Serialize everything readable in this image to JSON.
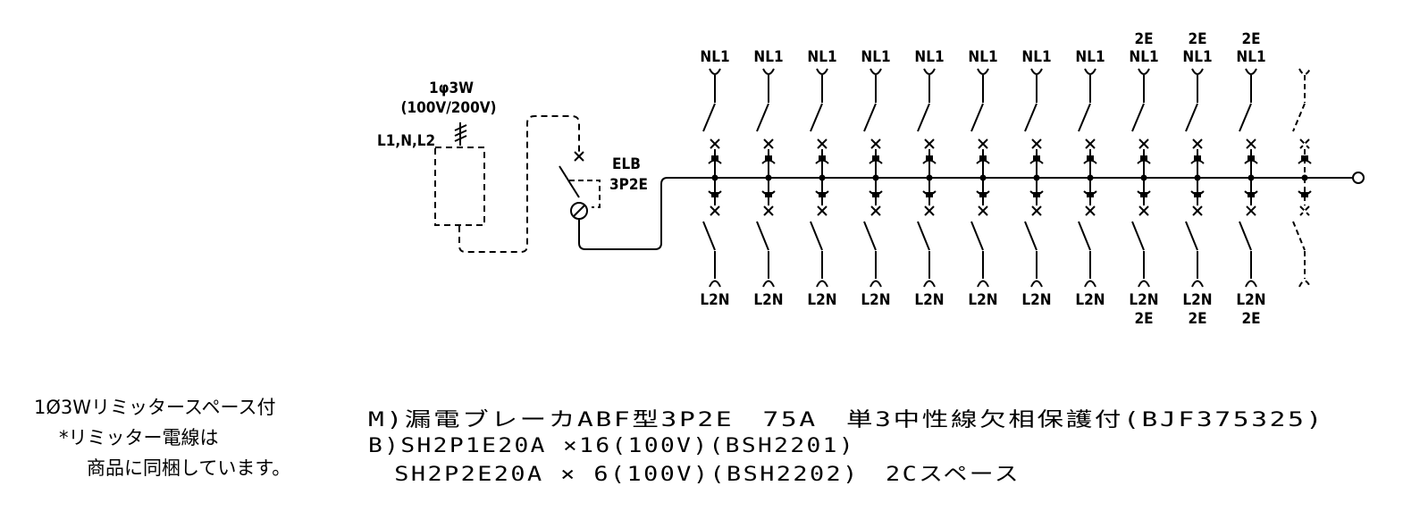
{
  "supply": {
    "phase": "1φ3W",
    "voltage": "(100V/200V)",
    "wires": "L1,N,L2"
  },
  "main_breaker": {
    "name": "ELB",
    "poles": "3P2E"
  },
  "upper_branches": [
    {
      "top": "",
      "label": "NL1"
    },
    {
      "top": "",
      "label": "NL1"
    },
    {
      "top": "",
      "label": "NL1"
    },
    {
      "top": "",
      "label": "NL1"
    },
    {
      "top": "",
      "label": "NL1"
    },
    {
      "top": "",
      "label": "NL1"
    },
    {
      "top": "",
      "label": "NL1"
    },
    {
      "top": "",
      "label": "NL1"
    },
    {
      "top": "2E",
      "label": "NL1"
    },
    {
      "top": "2E",
      "label": "NL1"
    },
    {
      "top": "2E",
      "label": "NL1"
    },
    {
      "top": "",
      "label": "",
      "spare": true
    }
  ],
  "lower_branches": [
    {
      "label": "L2N",
      "bottom": ""
    },
    {
      "label": "L2N",
      "bottom": ""
    },
    {
      "label": "L2N",
      "bottom": ""
    },
    {
      "label": "L2N",
      "bottom": ""
    },
    {
      "label": "L2N",
      "bottom": ""
    },
    {
      "label": "L2N",
      "bottom": ""
    },
    {
      "label": "L2N",
      "bottom": ""
    },
    {
      "label": "L2N",
      "bottom": ""
    },
    {
      "label": "L2N",
      "bottom": "2E"
    },
    {
      "label": "L2N",
      "bottom": "2E"
    },
    {
      "label": "L2N",
      "bottom": "2E"
    },
    {
      "label": "",
      "bottom": "",
      "spare": true
    }
  ],
  "notes": {
    "line1": "1Ø3Wリミッタースペース付",
    "line2": "*リミッター電線は",
    "line3": "商品に同梱しています。"
  },
  "specs": {
    "line1": "M)漏電ブレーカABF型3P2E　75A　単3中性線欠相保護付(BJF375325)",
    "line2": "B)SH2P1E20A ×16(100V)(BSH2201)",
    "line3": "　SH2P2E20A × 6(100V)(BSH2202)　2Cスペース"
  }
}
